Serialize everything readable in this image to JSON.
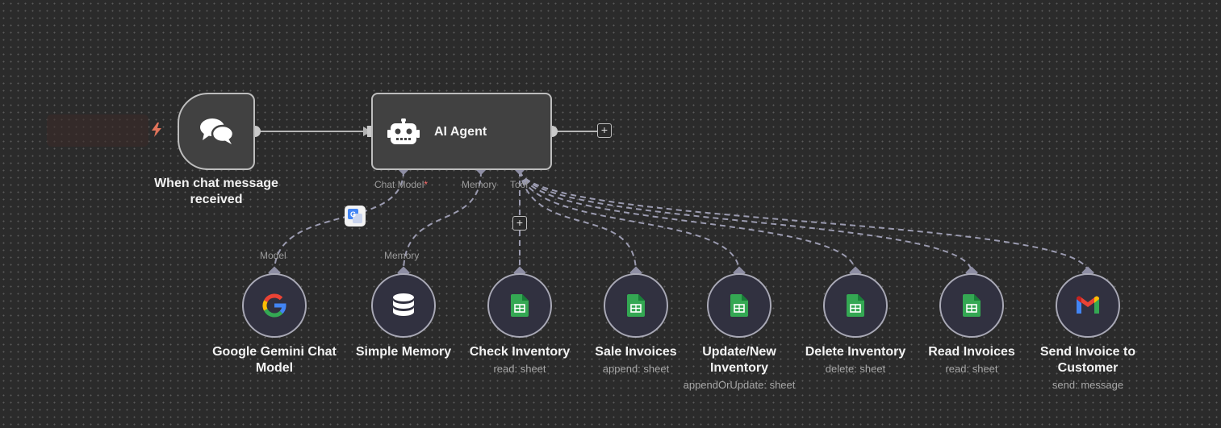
{
  "trigger": {
    "label": "When chat message received",
    "icon": "chat-bubbles-icon"
  },
  "agent": {
    "title": "AI Agent",
    "icon": "robot-icon",
    "add_label": "+"
  },
  "agent_handles": {
    "chat_model": "Chat Model",
    "required_mark": "*",
    "memory": "Memory",
    "tool": "Tool"
  },
  "tool_add_label": "+",
  "subnodes": [
    {
      "label": "Google Gemini Chat Model",
      "sub": "",
      "handle": "Model",
      "icon": "google-icon"
    },
    {
      "label": "Simple Memory",
      "sub": "",
      "handle": "Memory",
      "icon": "database-icon"
    },
    {
      "label": "Check Inventory",
      "sub": "read: sheet",
      "handle": "",
      "icon": "google-sheets-icon"
    },
    {
      "label": "Sale Invoices",
      "sub": "append: sheet",
      "handle": "",
      "icon": "google-sheets-icon"
    },
    {
      "label": "Update/New Inventory",
      "sub": "appendOrUpdate: sheet",
      "handle": "",
      "icon": "google-sheets-icon"
    },
    {
      "label": "Delete Inventory",
      "sub": "delete: sheet",
      "handle": "",
      "icon": "google-sheets-icon"
    },
    {
      "label": "Read Invoices",
      "sub": "read: sheet",
      "handle": "",
      "icon": "google-sheets-icon"
    },
    {
      "label": "Send Invoice to Customer",
      "sub": "send: message",
      "handle": "",
      "icon": "gmail-icon"
    }
  ],
  "colors": {
    "canvas": "#2b2b2b",
    "node": "#414141",
    "subnode": "#313140",
    "edge": "#9b9bb0",
    "sheets": "#34a853",
    "trigger_bolt": "#e0735a"
  }
}
